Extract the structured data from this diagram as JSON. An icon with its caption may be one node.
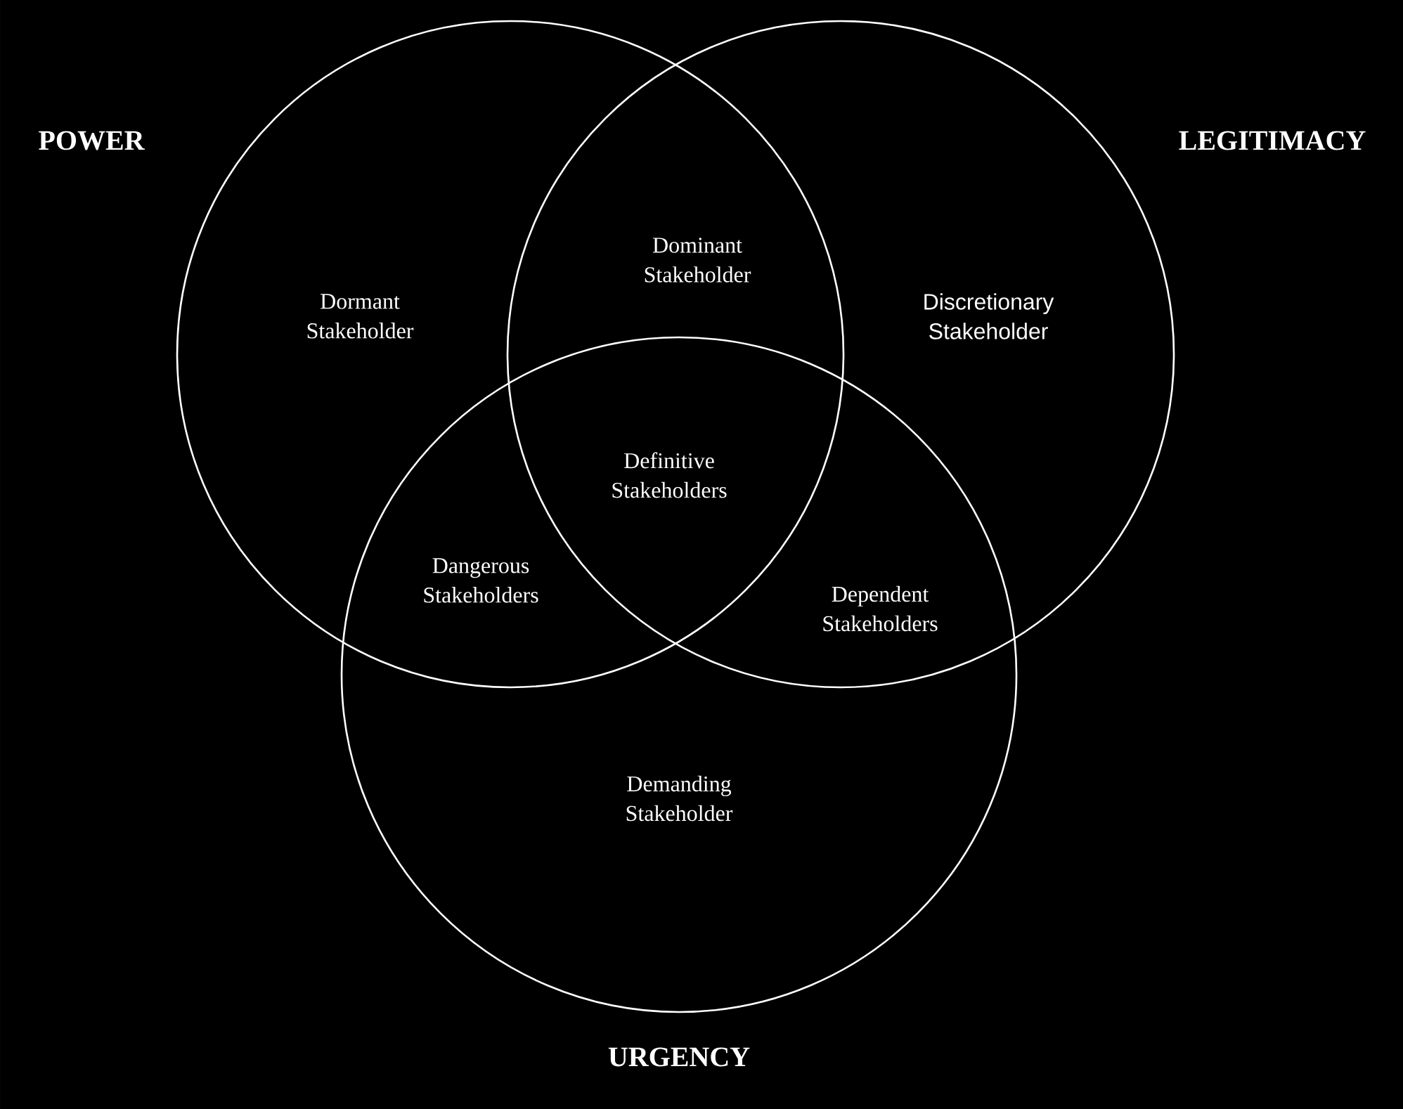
{
  "diagram": {
    "nodes": [
      {
        "text": [
          "POWER"
        ]
      },
      {
        "text": [
          "LEGITIMACY"
        ]
      },
      {
        "text": [
          "URGENCY"
        ]
      }
    ],
    "labels": [
      "Dominant Stakeholder",
      "Dormant Stakeholder",
      "Discretionary Stakeholder",
      "Definitive Stakeholders",
      "Dangerous Stakeholders",
      "Dependent Stakeholders",
      "Demanding Stakeholder"
    ]
  }
}
